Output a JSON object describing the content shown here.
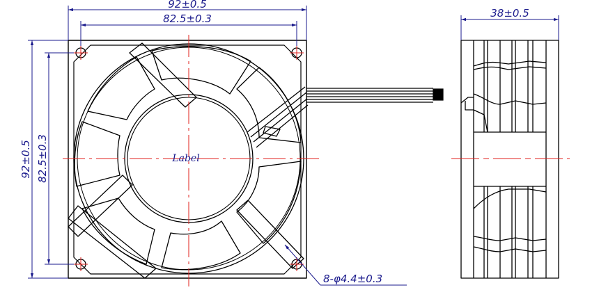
{
  "drawing": {
    "front_view": {
      "overall_width": "92±0.5",
      "hole_pitch_horizontal": "82.5±0.3",
      "overall_height": "92±0.5",
      "hole_pitch_vertical": "82.5±0.3",
      "hub_label": "Label",
      "mounting_holes": "8-φ4.4±0.3"
    },
    "side_view": {
      "depth": "38±0.5"
    }
  },
  "colors": {
    "outline": "#000000",
    "dimension": "#1a1a8c",
    "centerline": "#e0201e",
    "background": "#ffffff"
  }
}
